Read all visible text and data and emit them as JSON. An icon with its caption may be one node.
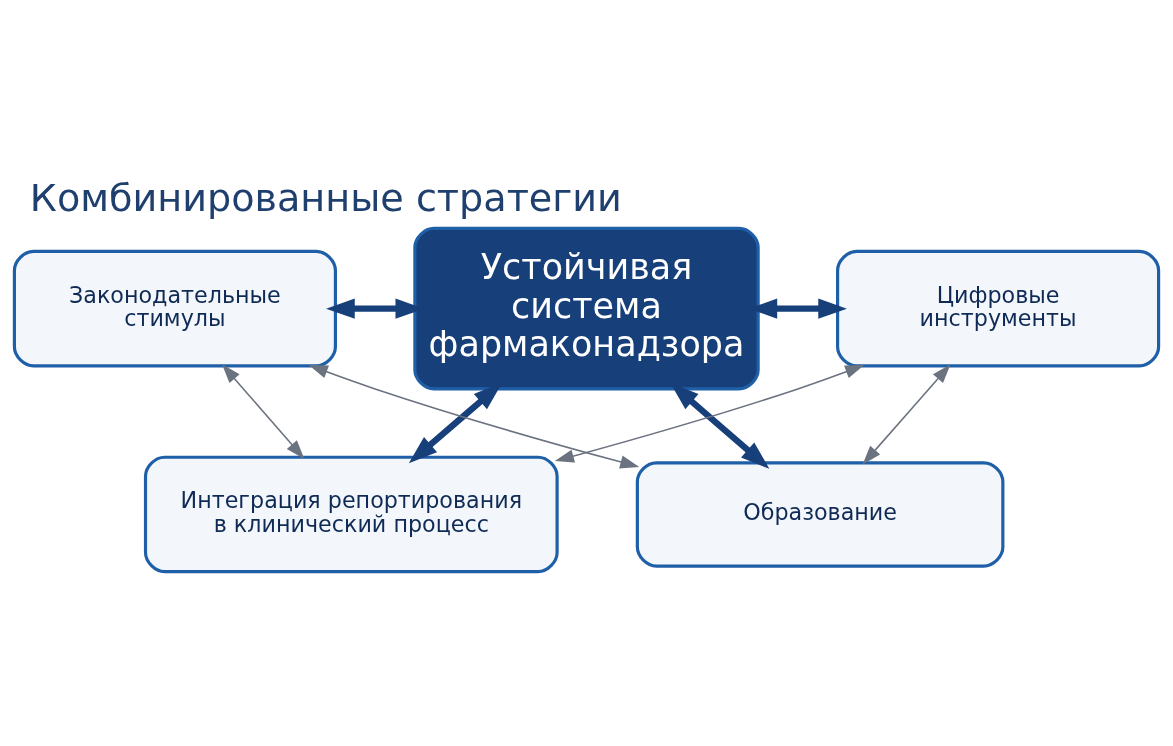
{
  "diagram": {
    "title": "Комбинированные стратегии",
    "nodes": [
      {
        "text": [
          "Устойчивая система фармаконадзора"
        ]
      },
      {
        "text": [
          "Образование"
        ]
      },
      {
        "text": [
          "Законодательные стимулы"
        ]
      },
      {
        "text": [
          "Цифровые инструменты"
        ]
      },
      {
        "text": [
          "Интеграция репортирования в клинический процесс"
        ]
      }
    ],
    "edges": [
      {
        "from": 1,
        "to": 0,
        "arrow": "both",
        "style": "thick"
      },
      {
        "from": 2,
        "to": 0,
        "arrow": "both",
        "style": "thick"
      },
      {
        "from": 0,
        "to": 3,
        "arrow": "both",
        "style": "thick"
      },
      {
        "from": 0,
        "to": 4,
        "arrow": "both",
        "style": "thick"
      },
      {
        "from": 2,
        "to": 1,
        "arrow": "both",
        "color": "#6b7280"
      },
      {
        "from": 1,
        "to": 3,
        "arrow": "both",
        "color": "#6b7280"
      },
      {
        "from": 2,
        "to": 4,
        "arrow": "both",
        "color": "#6b7280"
      },
      {
        "from": 3,
        "to": 4,
        "arrow": "both",
        "color": "#6b7280"
      }
    ]
  }
}
